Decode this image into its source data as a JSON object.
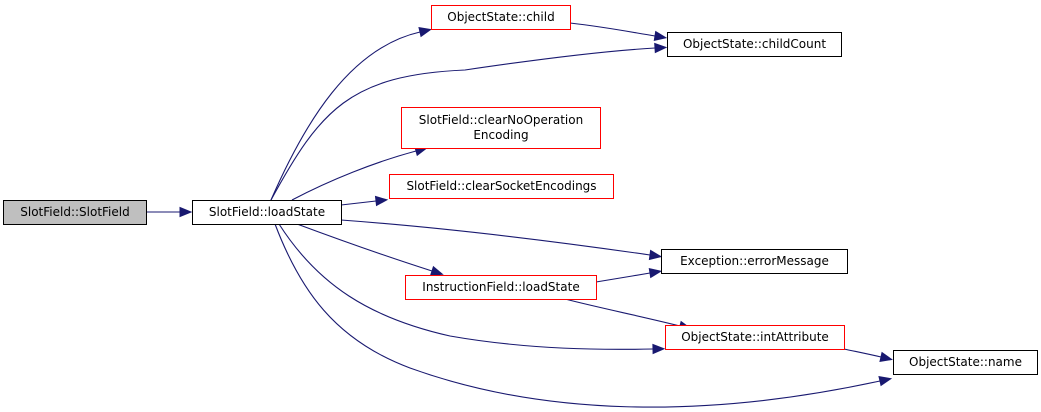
{
  "colors": {
    "edge": "#191970",
    "root_fill": "#bfbfbf",
    "root_stroke": "#000000",
    "red_stroke": "#ff0000",
    "black_stroke": "#000000",
    "node_fill": "#ffffff"
  },
  "nodes": [
    {
      "id": "slotfield_ctor",
      "lines": [
        "SlotField::SlotField"
      ],
      "style": "root"
    },
    {
      "id": "loadstate",
      "lines": [
        "SlotField::loadState"
      ],
      "style": "black"
    },
    {
      "id": "objstate_child",
      "lines": [
        "ObjectState::child"
      ],
      "style": "red"
    },
    {
      "id": "objstate_childcount",
      "lines": [
        "ObjectState::childCount"
      ],
      "style": "black"
    },
    {
      "id": "clear_noop",
      "lines": [
        "SlotField::clearNoOperation",
        "Encoding"
      ],
      "style": "red"
    },
    {
      "id": "clear_socket",
      "lines": [
        "SlotField::clearSocketEncodings"
      ],
      "style": "red"
    },
    {
      "id": "exception_msg",
      "lines": [
        "Exception::errorMessage"
      ],
      "style": "black"
    },
    {
      "id": "instr_loadstate",
      "lines": [
        "InstructionField::loadState"
      ],
      "style": "red"
    },
    {
      "id": "objstate_intattr",
      "lines": [
        "ObjectState::intAttribute"
      ],
      "style": "red"
    },
    {
      "id": "objstate_name",
      "lines": [
        "ObjectState::name"
      ],
      "style": "black"
    }
  ],
  "edges": [
    {
      "from": "slotfield_ctor",
      "to": "loadstate"
    },
    {
      "from": "loadstate",
      "to": "objstate_child"
    },
    {
      "from": "loadstate",
      "to": "objstate_childcount"
    },
    {
      "from": "loadstate",
      "to": "clear_noop"
    },
    {
      "from": "loadstate",
      "to": "clear_socket"
    },
    {
      "from": "loadstate",
      "to": "exception_msg"
    },
    {
      "from": "loadstate",
      "to": "instr_loadstate"
    },
    {
      "from": "loadstate",
      "to": "objstate_intattr"
    },
    {
      "from": "loadstate",
      "to": "objstate_name"
    },
    {
      "from": "objstate_child",
      "to": "objstate_childcount"
    },
    {
      "from": "instr_loadstate",
      "to": "exception_msg"
    },
    {
      "from": "instr_loadstate",
      "to": "objstate_intattr"
    },
    {
      "from": "objstate_intattr",
      "to": "objstate_name"
    }
  ]
}
